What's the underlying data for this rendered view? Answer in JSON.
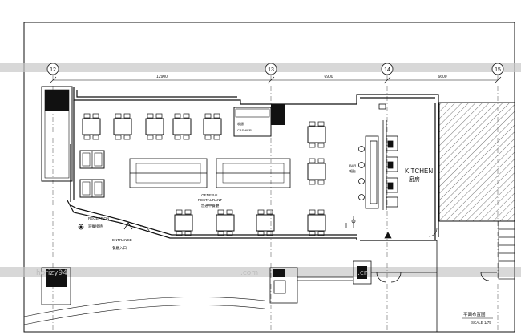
{
  "drawing": {
    "grid_labels": [
      "12",
      "13",
      "14",
      "15"
    ],
    "dimensions": [
      "12900",
      "6900",
      "6600"
    ],
    "rooms": {
      "kitchen_en": "KITCHEN",
      "kitchen_cn": "廚房",
      "restaurant_en_1": "GENERAL",
      "restaurant_en_2": "RESTAURANT",
      "restaurant_cn": "普通中餐廳",
      "reception_en": "RECEPTION",
      "reception_cn": "迎賓接待",
      "entrance_en": "ENTRANCE",
      "entrance_cn": "餐廳入口",
      "cashier_cn": "收銀",
      "cashier_en": "CASHIER",
      "bar_en": "BAR",
      "bar_cn": "吧台"
    },
    "title_block": {
      "title_cn": "平面布置圖",
      "scale": "SCALE 1/75"
    },
    "watermarks": [
      ".com",
      ".cn",
      "horizy94"
    ],
    "colors": {
      "line": "#111111",
      "band": "#c8c8c8",
      "hatch": "#777777",
      "fill": "#111111"
    }
  }
}
